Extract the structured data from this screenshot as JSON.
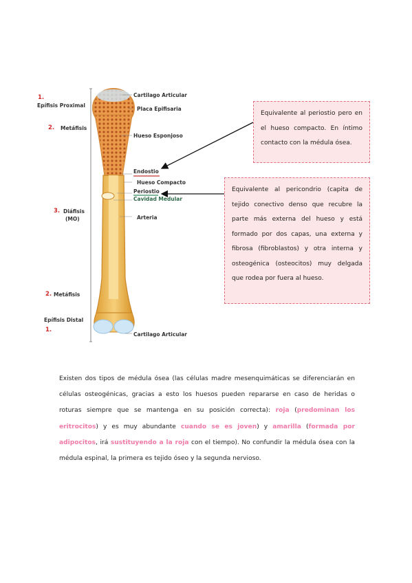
{
  "figure": {
    "left_labels": {
      "n1": "1.",
      "epifisis_proximal": "Epífisis Proximal",
      "n2": "2.",
      "metafisis_top": "Metáfisis",
      "n3": "3.",
      "diafisis": "Diáfisis",
      "mo": "(MO)",
      "n2b": "2.",
      "metafisis_bottom": "Metáfisis",
      "epifisis_distal": "Epífisis Distal",
      "n1b": "1."
    },
    "right_labels": {
      "cartilago_top": "Cartilago Articular",
      "placa": "Placa Epifisaria",
      "esponjoso": "Hueso Esponjoso",
      "endostio": "Endostio",
      "compacto": "Hueso Compacto",
      "periostio": "Periostio",
      "cavidad": "Cavidad Medular",
      "arteria": "Arteria",
      "cartilago_bottom": "Cartilago Articular"
    }
  },
  "notes": {
    "endostio": "Equivalente al periostio pero en el hueso compacto. En íntimo contacto con la médula ósea.",
    "periostio": "Equivalente al pericondrio (capita de tejido conectivo denso que recubre la parte más externa del hueso y está formado por dos capas, una externa y fibrosa (fibroblastos) y otra interna y osteogénica (osteocitos) muy delgada que rodea por fuera al hueso."
  },
  "paragraph": {
    "p1": "Existen dos tipos de médula ósea (las células madre mesenquimáticas se diferenciarán en células osteogénicas, gracias a esto los huesos pueden repararse en caso de heridas o roturas siempre que se mantenga en su posición correcta): ",
    "roja": "roja",
    "p2": " (",
    "predominan": "predominan los eritrocitos",
    "p3": ") y es muy abundante ",
    "joven": "cuando se es joven",
    "p4": ") y ",
    "amarilla": "amarilla",
    "p5": " (",
    "adipocitos": "formada por adipocitos",
    "p6": ", irá ",
    "sustituyendo": "sustituyendo a la roja",
    "p7": " con el tiempo). No confundir la médula ósea con la médula espinal, la primera es tejido óseo y la segunda nervioso."
  },
  "colors": {
    "pink_text": "#f07aa8",
    "note_border": "#e56b7e",
    "note_bg": "#fde6e8",
    "number_red": "#d12828"
  }
}
